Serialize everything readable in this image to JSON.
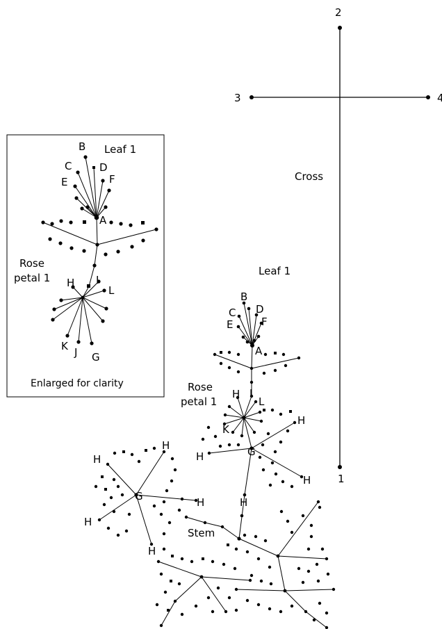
{
  "cross": {
    "label": "Cross",
    "point_labels": [
      "1",
      "2",
      "3",
      "4"
    ]
  },
  "inset": {
    "caption": "Enlarged for clarity",
    "leaf_label": "Leaf 1",
    "petal_label_line1": "Rose",
    "petal_label_line2": "petal 1",
    "points": {
      "A": "A",
      "B": "B",
      "C": "C",
      "D": "D",
      "E": "E",
      "F": "F",
      "G": "G",
      "H": "H",
      "I": "I",
      "J": "J",
      "K": "K",
      "L": "L"
    }
  },
  "main": {
    "leaf_label": "Leaf 1",
    "petal_label_line1": "Rose",
    "petal_label_line2": "petal 1",
    "stem_label": "Stem",
    "points": {
      "A": "A",
      "B": "B",
      "C": "C",
      "D": "D",
      "E": "E",
      "F": "F",
      "G": "G",
      "H": "H",
      "I": "I",
      "K": "K",
      "L": "L"
    }
  },
  "colors": {
    "ink": "#000000",
    "background": "#ffffff"
  }
}
